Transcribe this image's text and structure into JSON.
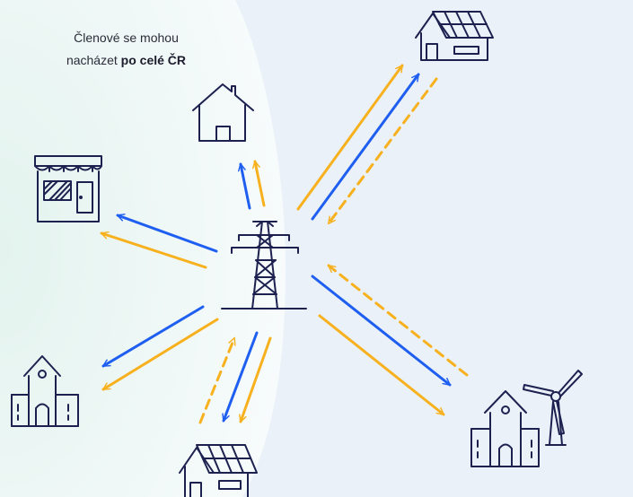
{
  "caption": {
    "line1": "Členové se mohou",
    "line2_prefix": "nacházet ",
    "line2_bold": "po celé ČR"
  },
  "colors": {
    "blue": "#1e5ef0",
    "yellow": "#f7b11e",
    "icon_stroke": "#1d2150",
    "bg_left": "#e6f4f3",
    "bg_right": "#dfe8f7"
  },
  "nodes": [
    {
      "id": "grid",
      "icon": "transmission-tower-icon"
    },
    {
      "id": "house",
      "icon": "house-icon"
    },
    {
      "id": "solar-house-top",
      "icon": "solar-house-icon"
    },
    {
      "id": "shop",
      "icon": "shop-icon"
    },
    {
      "id": "church",
      "icon": "public-building-icon"
    },
    {
      "id": "solar-house-bottom",
      "icon": "solar-house-icon"
    },
    {
      "id": "building-wind",
      "icon": "building-with-wind-turbine-icon"
    }
  ],
  "flows": [
    {
      "target": "house",
      "from_grid": [
        "blue",
        "yellow"
      ],
      "to_grid": []
    },
    {
      "target": "solar-house-top",
      "from_grid": [
        "blue",
        "yellow"
      ],
      "to_grid": [
        "yellow-dashed"
      ]
    },
    {
      "target": "shop",
      "from_grid": [
        "blue",
        "yellow"
      ],
      "to_grid": []
    },
    {
      "target": "church",
      "from_grid": [
        "blue",
        "yellow"
      ],
      "to_grid": []
    },
    {
      "target": "solar-house-bottom",
      "from_grid": [
        "blue",
        "yellow"
      ],
      "to_grid": [
        "yellow-dashed"
      ]
    },
    {
      "target": "building-wind",
      "from_grid": [
        "blue",
        "yellow"
      ],
      "to_grid": [
        "yellow-dashed"
      ]
    }
  ]
}
